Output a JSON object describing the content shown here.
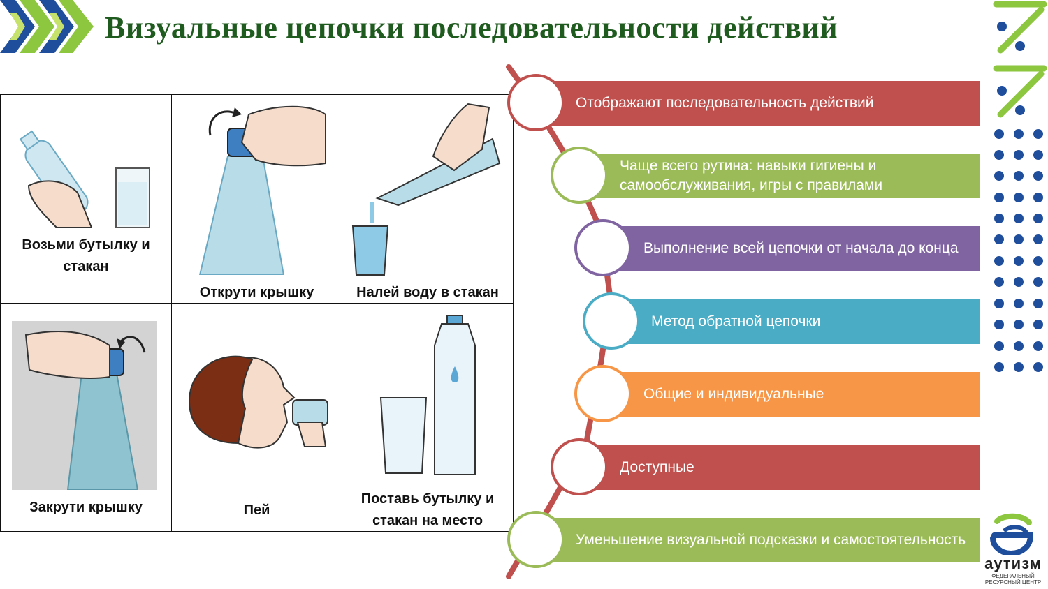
{
  "title": "Визуальные цепочки последовательности действий",
  "cards": [
    {
      "caption": "Возьми бутылку и стакан"
    },
    {
      "caption": "Открути крышку"
    },
    {
      "caption": "Налей воду в стакан"
    },
    {
      "caption": "Закрути крышку"
    },
    {
      "caption": "Пей"
    },
    {
      "caption": "Поставь бутылку и стакан на место"
    }
  ],
  "steps": [
    {
      "text": "Отображают последовательность действий",
      "color": "#c0504d"
    },
    {
      "text": "Чаще всего рутина: навыки гигиены и самообслуживания, игры с правилами",
      "color": "#9bbb59"
    },
    {
      "text": "Выполнение всей цепочки от начала до конца",
      "color": "#8064a2"
    },
    {
      "text": "Метод обратной цепочки",
      "color": "#4bacc6"
    },
    {
      "text": "Общие и  индивидуальные",
      "color": "#f79646"
    },
    {
      "text": "Доступные",
      "color": "#c0504d"
    },
    {
      "text": "Уменьшение визуальной подсказки и самостоятельность",
      "color": "#9bbb59"
    }
  ],
  "logo": {
    "name": "аутизм",
    "line1": "ФЕДЕРАЛЬНЫЙ",
    "line2": "РЕСУРСНЫЙ ЦЕНТР"
  }
}
